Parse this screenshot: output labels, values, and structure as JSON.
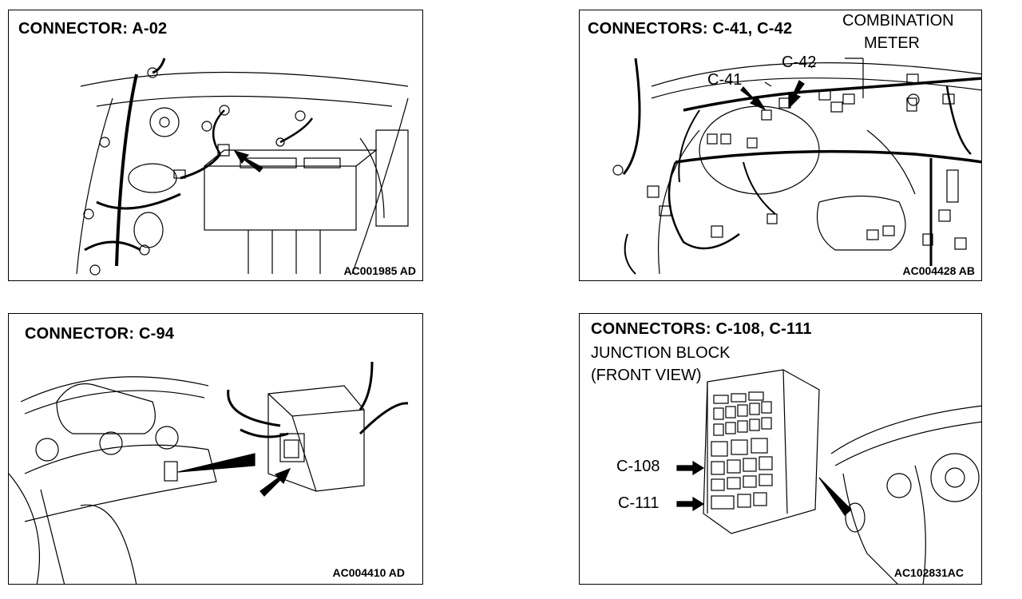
{
  "panels": [
    {
      "title": "CONNECTOR: A-02",
      "code": "AC001985 AD",
      "icons": [
        "engine-compartment-harness-illustration",
        "pointer-arrow-icon"
      ]
    },
    {
      "title": "CONNECTORS: C-41, C-42",
      "code": "AC004428 AB",
      "labels": {
        "combination_meter_line1": "COMBINATION",
        "combination_meter_line2": "METER",
        "c41": "C-41",
        "c42": "C-42"
      },
      "icons": [
        "dashboard-harness-illustration",
        "pointer-arrow-icon"
      ]
    },
    {
      "title": "CONNECTOR: C-94",
      "code": "AC004410 AD",
      "icons": [
        "instrument-panel-illustration",
        "connector-box-illustration",
        "pointer-arrow-icon"
      ]
    },
    {
      "title": "CONNECTORS: C-108, C-111",
      "code": "AC102831AC",
      "labels": {
        "junction_line1": "JUNCTION BLOCK",
        "junction_line2": "(FRONT VIEW)",
        "c108": "C-108",
        "c111": "C-111"
      },
      "icons": [
        "junction-block-illustration",
        "pointer-arrow-icon"
      ]
    }
  ]
}
